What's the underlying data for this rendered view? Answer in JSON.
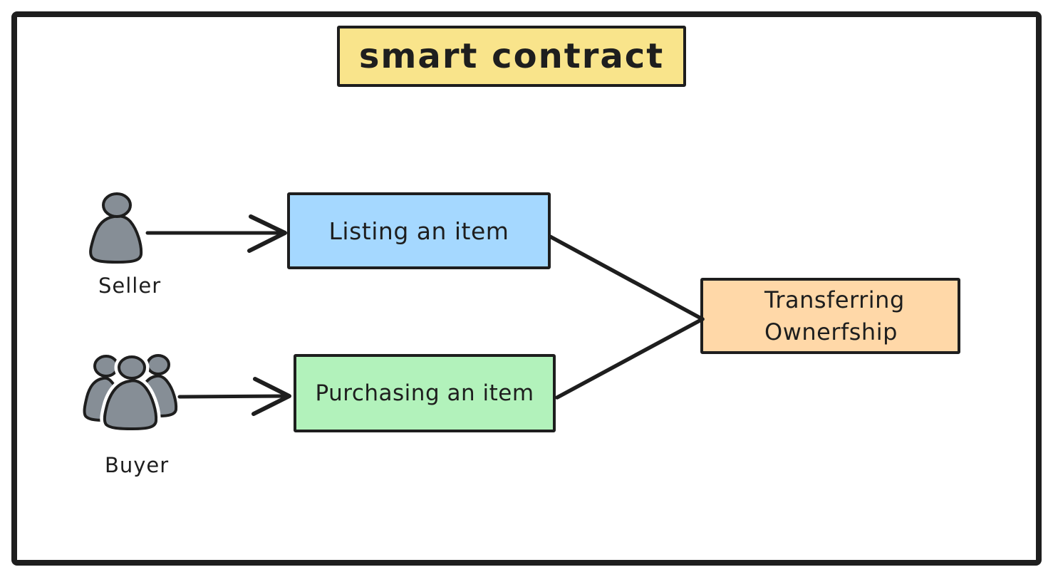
{
  "diagram": {
    "title": "smart contract",
    "nodes": {
      "title": {
        "label": "smart contract",
        "fill": "#f9e48b"
      },
      "listing": {
        "label": "Listing an item",
        "fill": "#a5d8ff"
      },
      "purchasing": {
        "label": "Purchasing an item",
        "fill": "#b2f2bb"
      },
      "transfer": {
        "label": "Transferring Ownerfship",
        "line1": "Transferring",
        "line2": "Ownerfship",
        "fill": "#ffd8a8"
      }
    },
    "actors": {
      "seller": {
        "label": "Seller",
        "icon": "person-icon"
      },
      "buyer": {
        "label": "Buyer",
        "icon": "people-group-icon"
      }
    },
    "edges": [
      {
        "from": "Seller",
        "to": "Listing an item",
        "type": "arrow"
      },
      {
        "from": "Buyer",
        "to": "Purchasing an item",
        "type": "arrow"
      },
      {
        "from": "Listing an item",
        "to": "Transferring Ownerfship",
        "type": "line"
      },
      {
        "from": "Purchasing an item",
        "to": "Transferring Ownerfship",
        "type": "line"
      }
    ],
    "colors": {
      "stroke": "#1e1e1e",
      "icon_fill": "#868e96",
      "background": "#ffffff",
      "yellow": "#f9e48b",
      "blue": "#a5d8ff",
      "green": "#b2f2bb",
      "orange": "#ffd8a8"
    }
  }
}
